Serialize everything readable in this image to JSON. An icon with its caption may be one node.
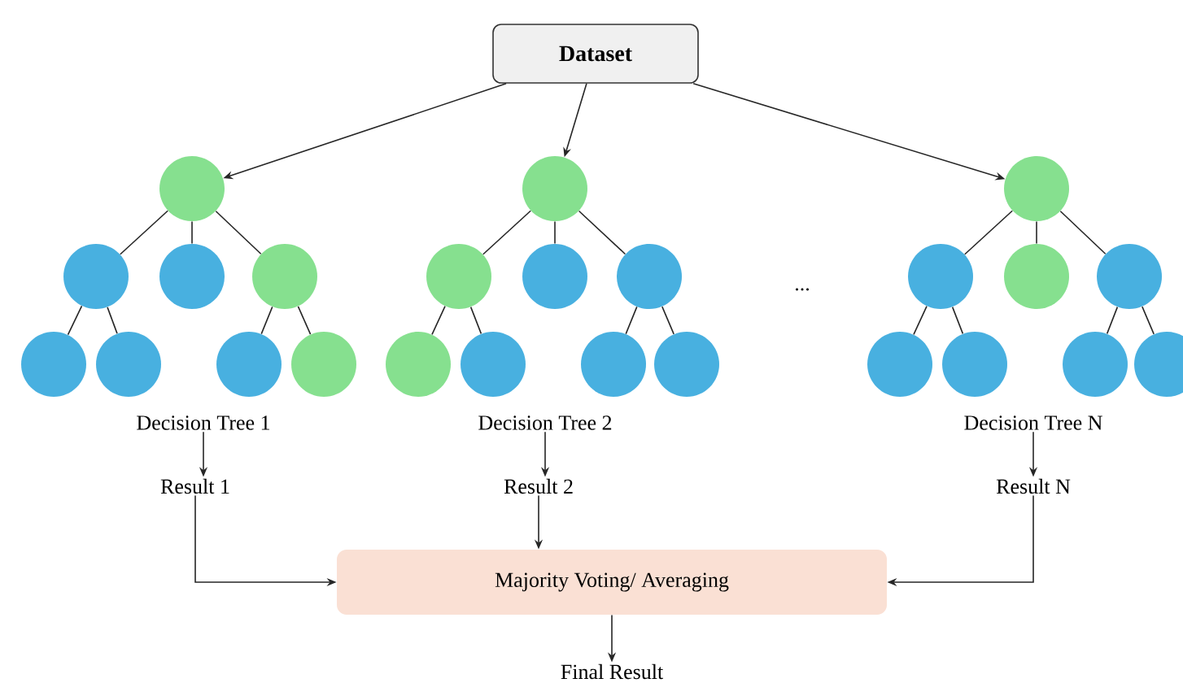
{
  "diagram": {
    "nodes": [
      {
        "text": [
          "Dataset"
        ]
      },
      {
        "text": [],
        "shape": "circle"
      },
      {
        "text": [],
        "shape": "circle"
      },
      {
        "text": [],
        "shape": "circle"
      },
      {
        "text": [],
        "shape": "circle"
      },
      {
        "text": [],
        "shape": "circle"
      },
      {
        "text": [],
        "shape": "circle"
      },
      {
        "text": [],
        "shape": "circle"
      },
      {
        "text": [],
        "shape": "circle"
      },
      {
        "text": [],
        "shape": "circle"
      },
      {
        "text": [],
        "shape": "circle"
      },
      {
        "text": [],
        "shape": "circle"
      },
      {
        "text": [],
        "shape": "circle"
      },
      {
        "text": [],
        "shape": "circle"
      },
      {
        "text": [],
        "shape": "circle"
      },
      {
        "text": [],
        "shape": "circle"
      },
      {
        "text": [],
        "shape": "circle"
      },
      {
        "text": [],
        "shape": "circle"
      },
      {
        "text": [],
        "shape": "circle"
      },
      {
        "text": [],
        "shape": "circle"
      },
      {
        "text": [],
        "shape": "circle"
      },
      {
        "text": [],
        "shape": "circle"
      },
      {
        "text": [],
        "shape": "circle"
      },
      {
        "text": [],
        "shape": "circle"
      },
      {
        "text": [],
        "shape": "circle"
      },
      {
        "text": [
          "Decision Tree 1"
        ]
      },
      {
        "text": [
          "Decision Tree 2"
        ]
      },
      {
        "text": [
          "Decision Tree N"
        ]
      },
      {
        "text": [
          "Result 1"
        ]
      },
      {
        "text": [
          "Result 2"
        ]
      },
      {
        "text": [
          "Result N"
        ]
      },
      {
        "text": [
          "Majority Voting/ Averaging"
        ]
      },
      {
        "text": [
          "Final Result"
        ]
      }
    ],
    "edges": [
      {
        "from": 0,
        "to": 1,
        "arrow": "to"
      },
      {
        "from": 0,
        "to": 9,
        "arrow": "to"
      },
      {
        "from": 0,
        "to": 17,
        "arrow": "to"
      },
      {
        "from": 1,
        "to": 2,
        "arrow": "none"
      },
      {
        "from": 1,
        "to": 3,
        "arrow": "none"
      },
      {
        "from": 1,
        "to": 4,
        "arrow": "none"
      },
      {
        "from": 2,
        "to": 5,
        "arrow": "none"
      },
      {
        "from": 2,
        "to": 6,
        "arrow": "none"
      },
      {
        "from": 4,
        "to": 7,
        "arrow": "none"
      },
      {
        "from": 4,
        "to": 8,
        "arrow": "none"
      },
      {
        "from": 9,
        "to": 10,
        "arrow": "none"
      },
      {
        "from": 9,
        "to": 11,
        "arrow": "none"
      },
      {
        "from": 9,
        "to": 12,
        "arrow": "none"
      },
      {
        "from": 10,
        "to": 13,
        "arrow": "none"
      },
      {
        "from": 10,
        "to": 14,
        "arrow": "none"
      },
      {
        "from": 12,
        "to": 15,
        "arrow": "none"
      },
      {
        "from": 12,
        "to": 16,
        "arrow": "none"
      },
      {
        "from": 17,
        "to": 18,
        "arrow": "none"
      },
      {
        "from": 17,
        "to": 19,
        "arrow": "none"
      },
      {
        "from": 17,
        "to": 20,
        "arrow": "none"
      },
      {
        "from": 18,
        "to": 21,
        "arrow": "none"
      },
      {
        "from": 18,
        "to": 22,
        "arrow": "none"
      },
      {
        "from": 20,
        "to": 23,
        "arrow": "none"
      },
      {
        "from": 20,
        "to": 24,
        "arrow": "none"
      },
      {
        "from": 25,
        "to": 28,
        "arrow": "to"
      },
      {
        "from": 26,
        "to": 29,
        "arrow": "to"
      },
      {
        "from": 27,
        "to": 30,
        "arrow": "to"
      },
      {
        "from": 28,
        "to": 31,
        "arrow": "to"
      },
      {
        "from": 29,
        "to": 31,
        "arrow": "to"
      },
      {
        "from": 30,
        "to": 31,
        "arrow": "to"
      },
      {
        "from": 31,
        "to": 32,
        "arrow": "to"
      }
    ],
    "labels": [
      "..."
    ]
  }
}
